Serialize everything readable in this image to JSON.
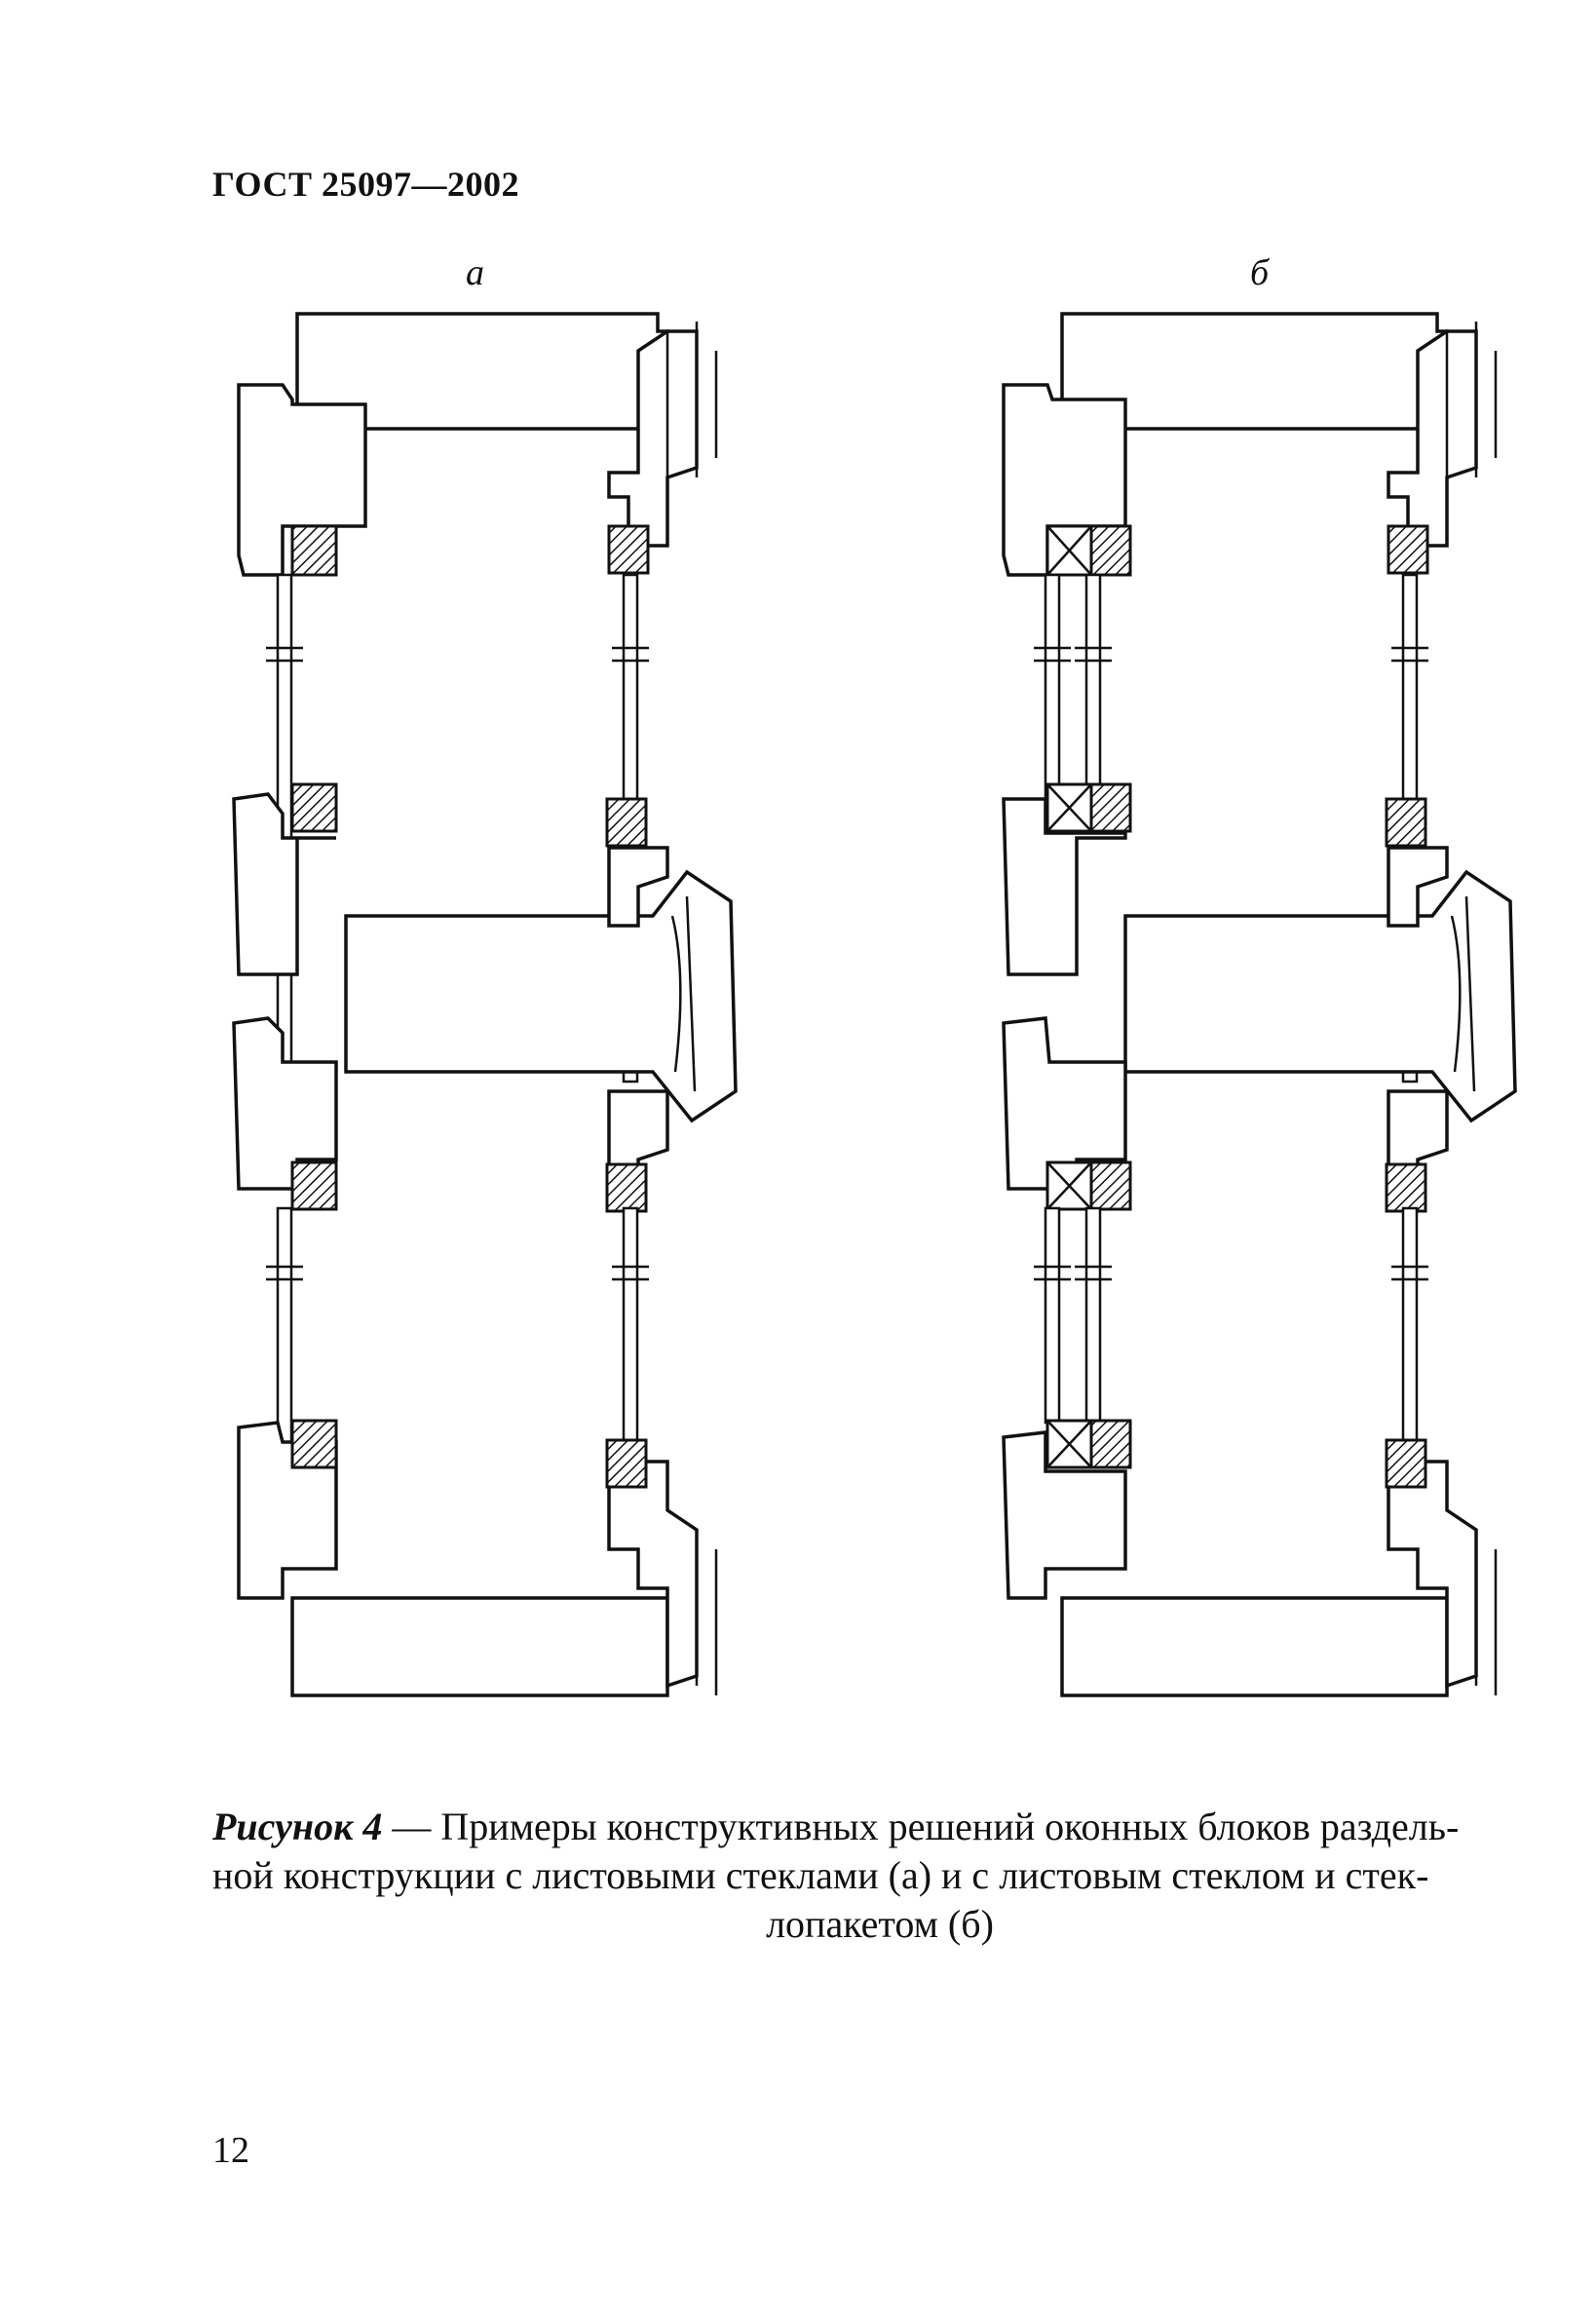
{
  "header": {
    "doc_code": "ГОСТ 25097—2002"
  },
  "figures": [
    {
      "label": "а",
      "type": "sheet-glass"
    },
    {
      "label": "б",
      "type": "sheet-glass-and-glazing-unit"
    }
  ],
  "caption": {
    "label": "Рисунок 4",
    "line1": " — Примеры конструктивных решений оконных блоков раздель-",
    "line2": "ной конструкции с листовыми стеклами (а) и с листовым стеклом и стек-",
    "line3": "лопакетом (б)"
  },
  "page_number": "12"
}
